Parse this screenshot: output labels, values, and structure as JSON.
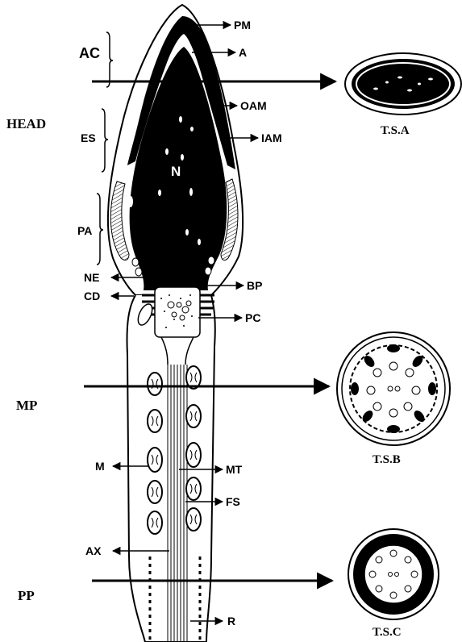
{
  "region_labels": {
    "head": "HEAD",
    "mp": "MP",
    "pp": "PP",
    "ac": "AC",
    "es": "ES",
    "pa": "PA"
  },
  "part_labels": {
    "pm": "PM",
    "a": "A",
    "oam": "OAM",
    "iam": "IAM",
    "n": "N",
    "ne": "NE",
    "cd": "CD",
    "bp": "BP",
    "pc": "PC",
    "m": "M",
    "mt": "MT",
    "fs": "FS",
    "ax": "AX",
    "r": "R"
  },
  "sections": {
    "tsa": "T.S.A",
    "tsb": "T.S.B",
    "tsc": "T.S.C"
  }
}
